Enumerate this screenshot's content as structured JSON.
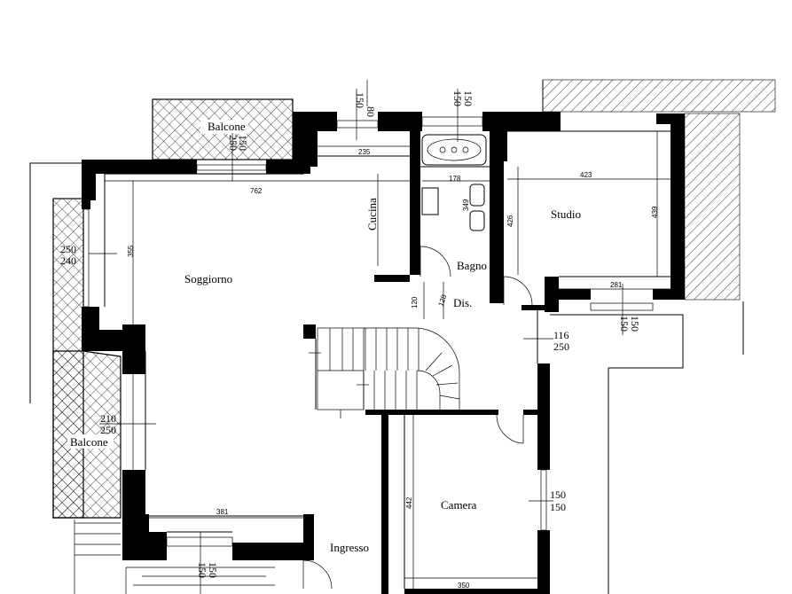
{
  "rooms": {
    "soggiorno": "Soggiorno",
    "cucina": "Cucina",
    "bagno": "Bagno",
    "studio": "Studio",
    "dis": "Dis.",
    "camera": "Camera",
    "ingresso": "Ingresso",
    "balcone_top": "Balcone",
    "balcone_left": "Balcone"
  },
  "dimensions": {
    "soggiorno_width": "762",
    "soggiorno_height": "355",
    "cucina_width": "235",
    "bagno_width": "178",
    "bagno_height": "349",
    "studio_left_height": "426",
    "studio_width": "423",
    "studio_right_height": "439",
    "studio_bottom_width": "281",
    "dis_a": "120",
    "dis_b": "128",
    "camera_height": "442",
    "camera_width": "350",
    "soggiorno_bottom": "381"
  },
  "windows": {
    "top_cucina_a": "80",
    "top_cucina_b": "150",
    "top_bagno_a": "150",
    "top_bagno_b": "150",
    "balcone_top_a": "150",
    "balcone_top_b": "250",
    "left_a": "250",
    "left_b": "240",
    "left2_a": "210",
    "left2_b": "250",
    "studio_bottom_a": "150",
    "studio_bottom_b": "150",
    "dis_right_a": "116",
    "dis_right_b": "250",
    "camera_right_a": "150",
    "camera_right_b": "150",
    "bottom_a": "150",
    "bottom_b": "150"
  }
}
